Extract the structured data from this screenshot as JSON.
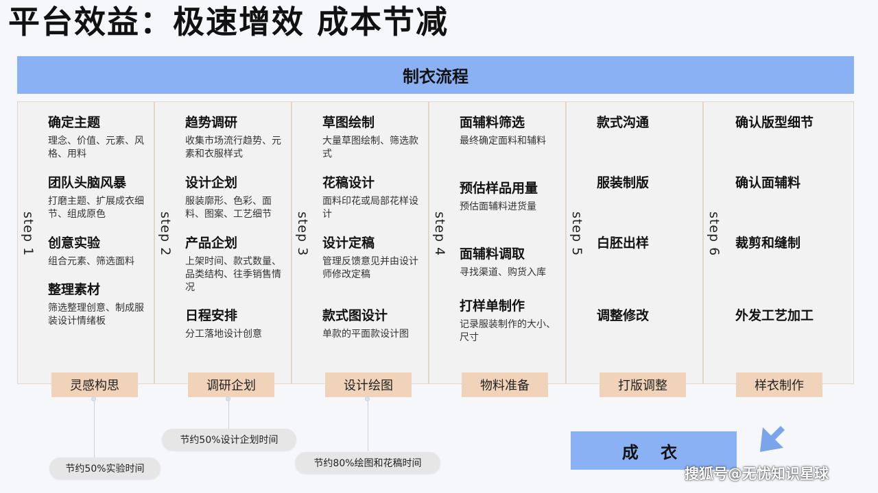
{
  "title": "平台效益：极速增效  成本节减",
  "banner": "制衣流程",
  "steps": [
    {
      "label": "step 1",
      "items": [
        {
          "title": "确定主题",
          "desc": "理念、价值、元素、风格、用料"
        },
        {
          "title": "团队头脑风暴",
          "desc": "打磨主题、扩展成衣细节、组成原色"
        },
        {
          "title": "创意实验",
          "desc": "组合元素、筛选面料"
        },
        {
          "title": "整理素材",
          "desc": "筛选整理创意、制成服装设计情绪板"
        }
      ],
      "phase": "灵感构思"
    },
    {
      "label": "step 2",
      "items": [
        {
          "title": "趋势调研",
          "desc": "收集市场流行趋势、元素和衣服样式"
        },
        {
          "title": "设计企划",
          "desc": "服装廓形、色彩、面料、图案、工艺细节"
        },
        {
          "title": "产品企划",
          "desc": "上架时间、款式数量、品类结构、往季销售情况"
        },
        {
          "title": "日程安排",
          "desc": "分工落地设计创意"
        }
      ],
      "phase": "调研企划"
    },
    {
      "label": "step 3",
      "items": [
        {
          "title": "草图绘制",
          "desc": "大量草图绘制、筛选款式"
        },
        {
          "title": "花稿设计",
          "desc": "面料印花或局部花样设计"
        },
        {
          "title": "设计定稿",
          "desc": "管理反馈意见并由设计师修改定稿"
        },
        {
          "title": "款式图设计",
          "desc": "单款的平面款设计图"
        }
      ],
      "phase": "设计绘图"
    },
    {
      "label": "step 4",
      "items": [
        {
          "title": "面辅料筛选",
          "desc": "最终确定面料和辅料"
        },
        {
          "title": "预估样品用量",
          "desc": "预估面辅料进货量"
        },
        {
          "title": "面辅料调取",
          "desc": "寻找渠道、购货入库"
        },
        {
          "title": "打样单制作",
          "desc": "记录服装制作的大小、尺寸"
        }
      ],
      "phase": "物料准备"
    },
    {
      "label": "step 5",
      "items": [
        {
          "title": "款式沟通",
          "desc": ""
        },
        {
          "title": "服装制版",
          "desc": ""
        },
        {
          "title": "白胚出样",
          "desc": ""
        },
        {
          "title": "调整修改",
          "desc": ""
        }
      ],
      "phase": "打版调整"
    },
    {
      "label": "step 6",
      "items": [
        {
          "title": "确认版型细节",
          "desc": ""
        },
        {
          "title": "确认面辅料",
          "desc": ""
        },
        {
          "title": "裁剪和缝制",
          "desc": ""
        },
        {
          "title": "外发工艺加工",
          "desc": ""
        }
      ],
      "phase": "样衣制作"
    }
  ],
  "savings": [
    "节约50%实验时间",
    "节约50%设计企划时间",
    "节约80%绘图和花稿时间"
  ],
  "final": "成 衣",
  "watermark": "搜狐号@无忧知识星球",
  "colors": {
    "banner": "#8bb1f5",
    "phase": "#f1d3b9",
    "step_bg": "#f2f2f2",
    "pill": "#e6e6e6",
    "arrow": "#7aa4ec"
  }
}
